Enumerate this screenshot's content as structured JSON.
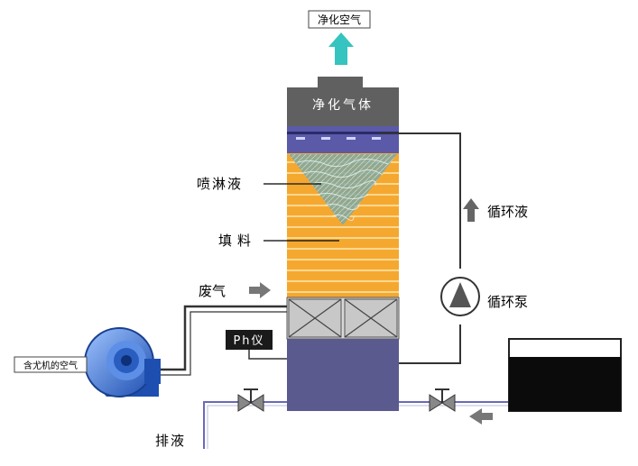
{
  "labels": {
    "clean_air": "净化空气",
    "clean_gas": "净化气体",
    "spray_liquid": "喷淋液",
    "packing": "填料",
    "waste_gas": "废气",
    "circulating_liquid": "循环液",
    "circulating_pump": "循环泵",
    "ph_meter": "Ph仪",
    "inlet_air": "含尤机的空气",
    "discharge": "排液"
  },
  "colors": {
    "tower_top": "#606060",
    "spray_bar": "#5a5aa8",
    "packing_fill": "#f5a830",
    "packing_line": "#ffe8b0",
    "mesh_section": "#d8d8d8",
    "tower_bottom": "#5a5a8e",
    "outlet_arrow": "#35c4c0",
    "pipe": "#333333",
    "water_line": "#6a6ab8",
    "tank_liquid": "#0b0b0b",
    "fan": "#2d6fd2"
  },
  "icons": [
    "fan-icon",
    "pump-icon",
    "valve-icon",
    "arrow-icon"
  ]
}
